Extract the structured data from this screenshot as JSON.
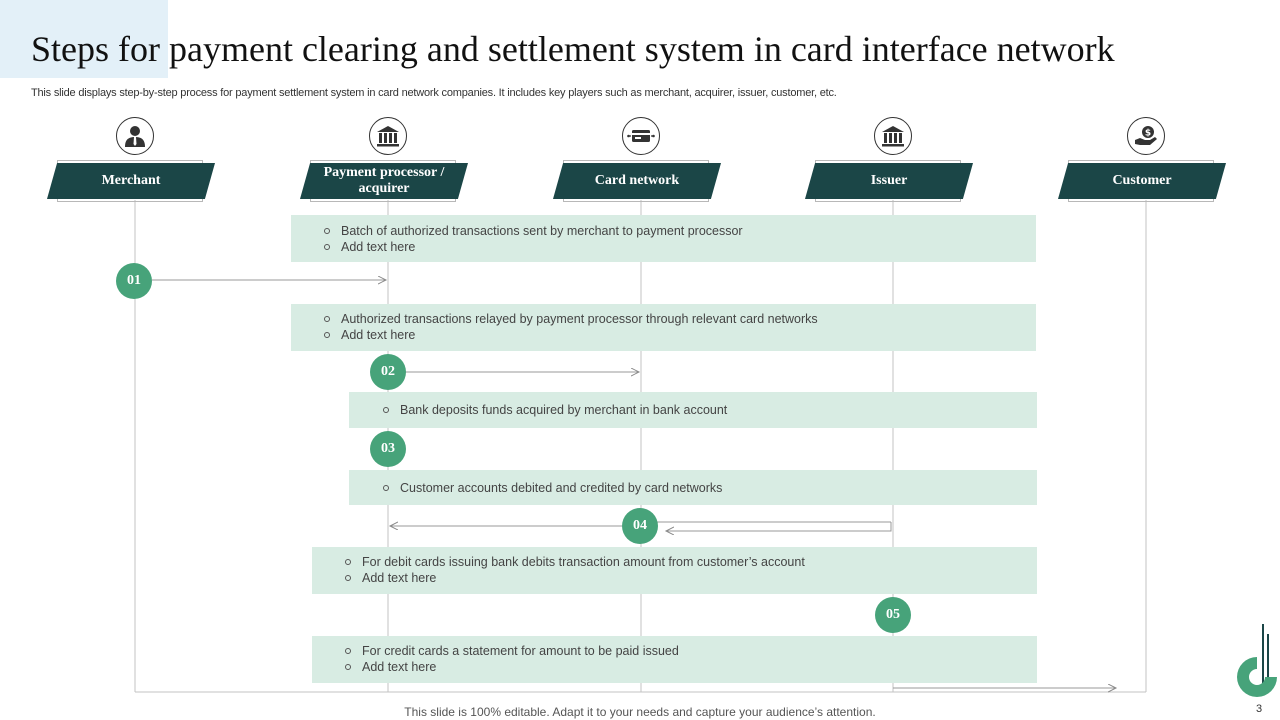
{
  "title": "Steps for payment clearing and settlement system in card interface network",
  "subtitle": "This slide displays step-by-step process for payment settlement system in card network companies. It includes key players such as merchant, acquirer, issuer, customer, etc.",
  "actors": [
    {
      "label": "Merchant",
      "icon": "businessman-icon"
    },
    {
      "label": "Payment processor / acquirer",
      "icon": "bank-building-icon"
    },
    {
      "label": "Card network",
      "icon": "credit-card-network-icon"
    },
    {
      "label": "Issuer",
      "icon": "bank-building-icon"
    },
    {
      "label": "Customer",
      "icon": "hand-money-icon"
    }
  ],
  "steps": [
    {
      "number": "01",
      "bullets": [
        "Batch of authorized transactions sent by merchant to payment processor",
        "Add text here"
      ]
    },
    {
      "number": "02",
      "bullets": [
        "Authorized transactions relayed by payment processor through relevant  card networks",
        "Add text here"
      ]
    },
    {
      "number": "03",
      "bullets": [
        "Bank deposits funds acquired by merchant in bank account"
      ]
    },
    {
      "number": "04",
      "bullets": [
        "Customer accounts debited and credited by card networks"
      ]
    },
    {
      "number": "05",
      "bullets": [
        "For debit cards issuing bank debits transaction amount from customer’s account",
        "Add text here"
      ]
    },
    {
      "number": "",
      "bullets": [
        "For credit cards a statement for amount to be paid issued",
        "Add text here"
      ]
    }
  ],
  "footer": "This slide is 100% editable. Adapt it to your needs and capture your audience’s attention.",
  "page_number": "3",
  "colors": {
    "header_dark": "#1b4647",
    "step_green": "#47a37a",
    "band_fill": "#d8ece3"
  }
}
